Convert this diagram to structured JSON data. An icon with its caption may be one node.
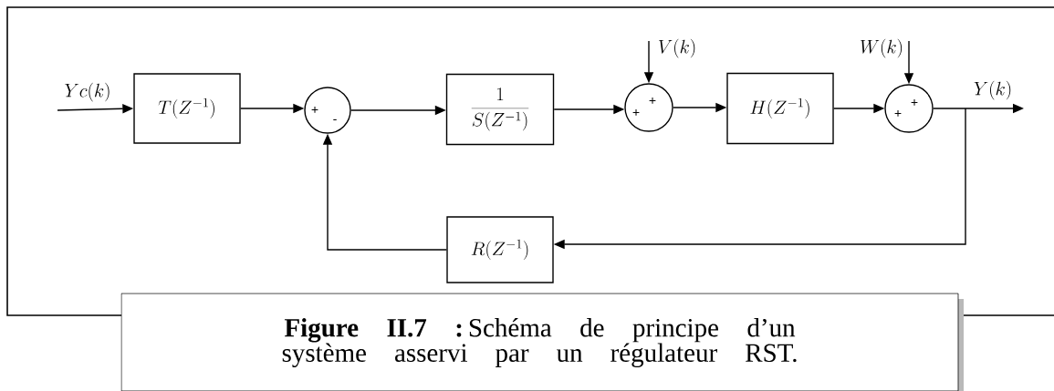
{
  "diagram": {
    "caption": "**Figure II.7 :** Schéma de principe d’un système asservi par un régulateur RST.",
    "nodes": [
      {
        "text": [
          "T(Z^{-1})"
        ]
      },
      {
        "text": [
          "+",
          "-"
        ]
      },
      {
        "text": [
          "\\frac{1}{S(Z^{-1})}"
        ]
      },
      {
        "text": [
          "+",
          "+"
        ]
      },
      {
        "text": [
          "H(Z^{-1})"
        ]
      },
      {
        "text": [
          "+",
          "+"
        ]
      },
      {
        "text": [
          "R(Z^{-1})"
        ]
      }
    ],
    "edges": [
      {
        "from": null,
        "to": 0,
        "arrow": "to",
        "label": "Yc(k)"
      },
      {
        "from": 0,
        "to": 1,
        "arrow": "to"
      },
      {
        "from": 1,
        "to": 2,
        "arrow": "to"
      },
      {
        "from": 2,
        "to": 3,
        "arrow": "to"
      },
      {
        "from": null,
        "to": 3,
        "arrow": "to",
        "label": "V(k)"
      },
      {
        "from": 3,
        "to": 4,
        "arrow": "to"
      },
      {
        "from": 4,
        "to": 5,
        "arrow": "to"
      },
      {
        "from": null,
        "to": 5,
        "arrow": "to",
        "label": "W(k)"
      },
      {
        "from": 5,
        "to": null,
        "arrow": "to",
        "label": "Y(k)"
      },
      {
        "from": 5,
        "to": 6,
        "arrow": "to"
      },
      {
        "from": 6,
        "to": 1,
        "arrow": "to"
      }
    ]
  }
}
